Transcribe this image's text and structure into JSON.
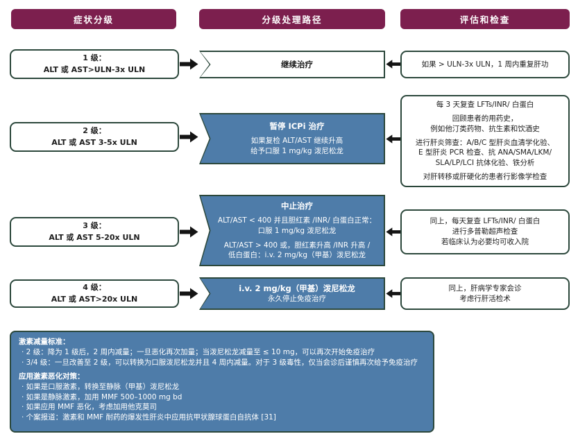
{
  "colors": {
    "header_bg": "#7c1f4e",
    "box_border": "#2b473b",
    "blue_box_bg": "#4e7ca9",
    "arrow": "#141414"
  },
  "icons": {
    "arrow_right": "block-arrow-right",
    "arrow_left": "block-arrow-left"
  },
  "headers": {
    "symptom": "症状分级",
    "pathway": "分级处理路径",
    "assessment": "评估和检查"
  },
  "rows": [
    {
      "grade": [
        "1 级：",
        "ALT 或 AST>ULN-3x ULN"
      ],
      "pathway": {
        "title": "继续治疗",
        "lines": []
      },
      "assessment": [
        "如果 > ULN-3x ULN，1 周内重复肝功"
      ]
    },
    {
      "grade": [
        "2 级：",
        "ALT 或 AST 3-5x ULN"
      ],
      "pathway": {
        "title": "暂停 ICPi 治疗",
        "lines": [
          "如果复检 ALT/AST 继续升高",
          "给予口服 1 mg/kg 泼尼松龙"
        ]
      },
      "assessment": [
        "每 3 天复查 LFTs/INR/ 白蛋白",
        "回顾患者的用药史，",
        "例如他汀类药物、抗生素和饮酒史",
        "进行肝炎筛查：A/B/C 型肝炎血清学化验、",
        "E 型肝炎 PCR 检查、抗 ANA/SMA/LKM/",
        "SLA/LP/LCI 抗体化验、铁分析",
        "对肝转移或肝硬化的患者行影像学检查"
      ]
    },
    {
      "grade": [
        "3 级：",
        "ALT 或 AST 5-20x ULN"
      ],
      "pathway": {
        "title": "中止治疗",
        "lines": [
          "ALT/AST < 400 并且胆红素 /INR/ 白蛋白正常：",
          "口服 1 mg/kg 泼尼松龙",
          "ALT/AST > 400 或，胆红素升高 /INR 升高 /",
          "低白蛋白：i.v. 2 mg/kg（甲基）泼尼松龙"
        ]
      },
      "assessment": [
        "同上，每天复查 LFTs/INR/ 白蛋白",
        "进行多普勒超声检查",
        "若临床认为必要均可收入院"
      ]
    },
    {
      "grade": [
        "4 级：",
        "ALT 或 AST>20x ULN"
      ],
      "pathway": {
        "title": "i.v. 2 mg/kg（甲基）泼尼松龙",
        "lines": [
          "永久停止免疫治疗"
        ]
      },
      "assessment": [
        "同上，肝病学专家会诊",
        "考虑行肝活检术"
      ]
    }
  ],
  "footer": {
    "section1_title": "激素减量标准：",
    "section1_bullets": [
      "· 2 级：降为 1 级后，2 周内减量；一旦恶化再次加量；当泼尼松龙减量至 ≤ 10 mg，可以再次开始免疫治疗",
      "· 3/4 级：一旦改善至 2 级，可以转换为口服泼尼松龙并且 4 周内减量。对于 3 级毒性，仅当会诊后谨慎再次给予免疫治疗"
    ],
    "section2_title": "应用激素恶化对策：",
    "section2_bullets": [
      "· 如果是口服激素，转换至静脉（甲基）泼尼松龙",
      "· 如果是静脉激素，加用 MMF 500–1000 mg bd",
      "· 如果应用 MMF 恶化，考虑加用他克莫司",
      "· 个案报道：激素和 MMF 耐药的爆发性肝炎中应用抗甲状腺球蛋白自抗体 [31]"
    ]
  }
}
